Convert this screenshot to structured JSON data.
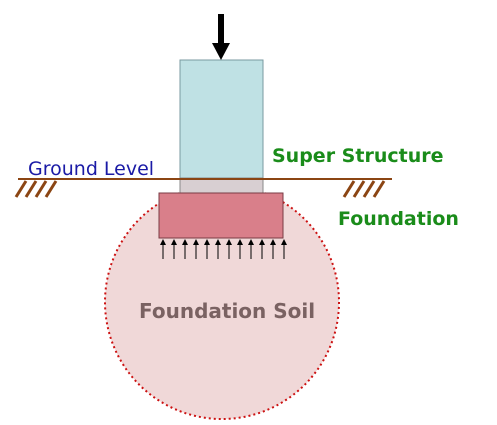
{
  "labels": {
    "ground_level": "Ground Level",
    "super_structure": "Super Structure",
    "foundation": "Foundation",
    "foundation_soil": "Foundation Soil"
  },
  "colors": {
    "ground_level_text": "#1a1aa6",
    "super_structure_text": "#1a8c1a",
    "foundation_text": "#1a8c1a",
    "soil_text": "#7a6262",
    "column_fill": "#bfe1e4",
    "footing_fill": "#d97f8a",
    "soil_fill": "#f0d8d8",
    "soil_border": "#cc1111",
    "ground_line": "#8b4513",
    "arrows": "#000000"
  },
  "icons": {
    "load": "down-arrow-icon",
    "soil_reaction": "up-arrow-icon",
    "ground_hatch": "hatch-icon"
  }
}
